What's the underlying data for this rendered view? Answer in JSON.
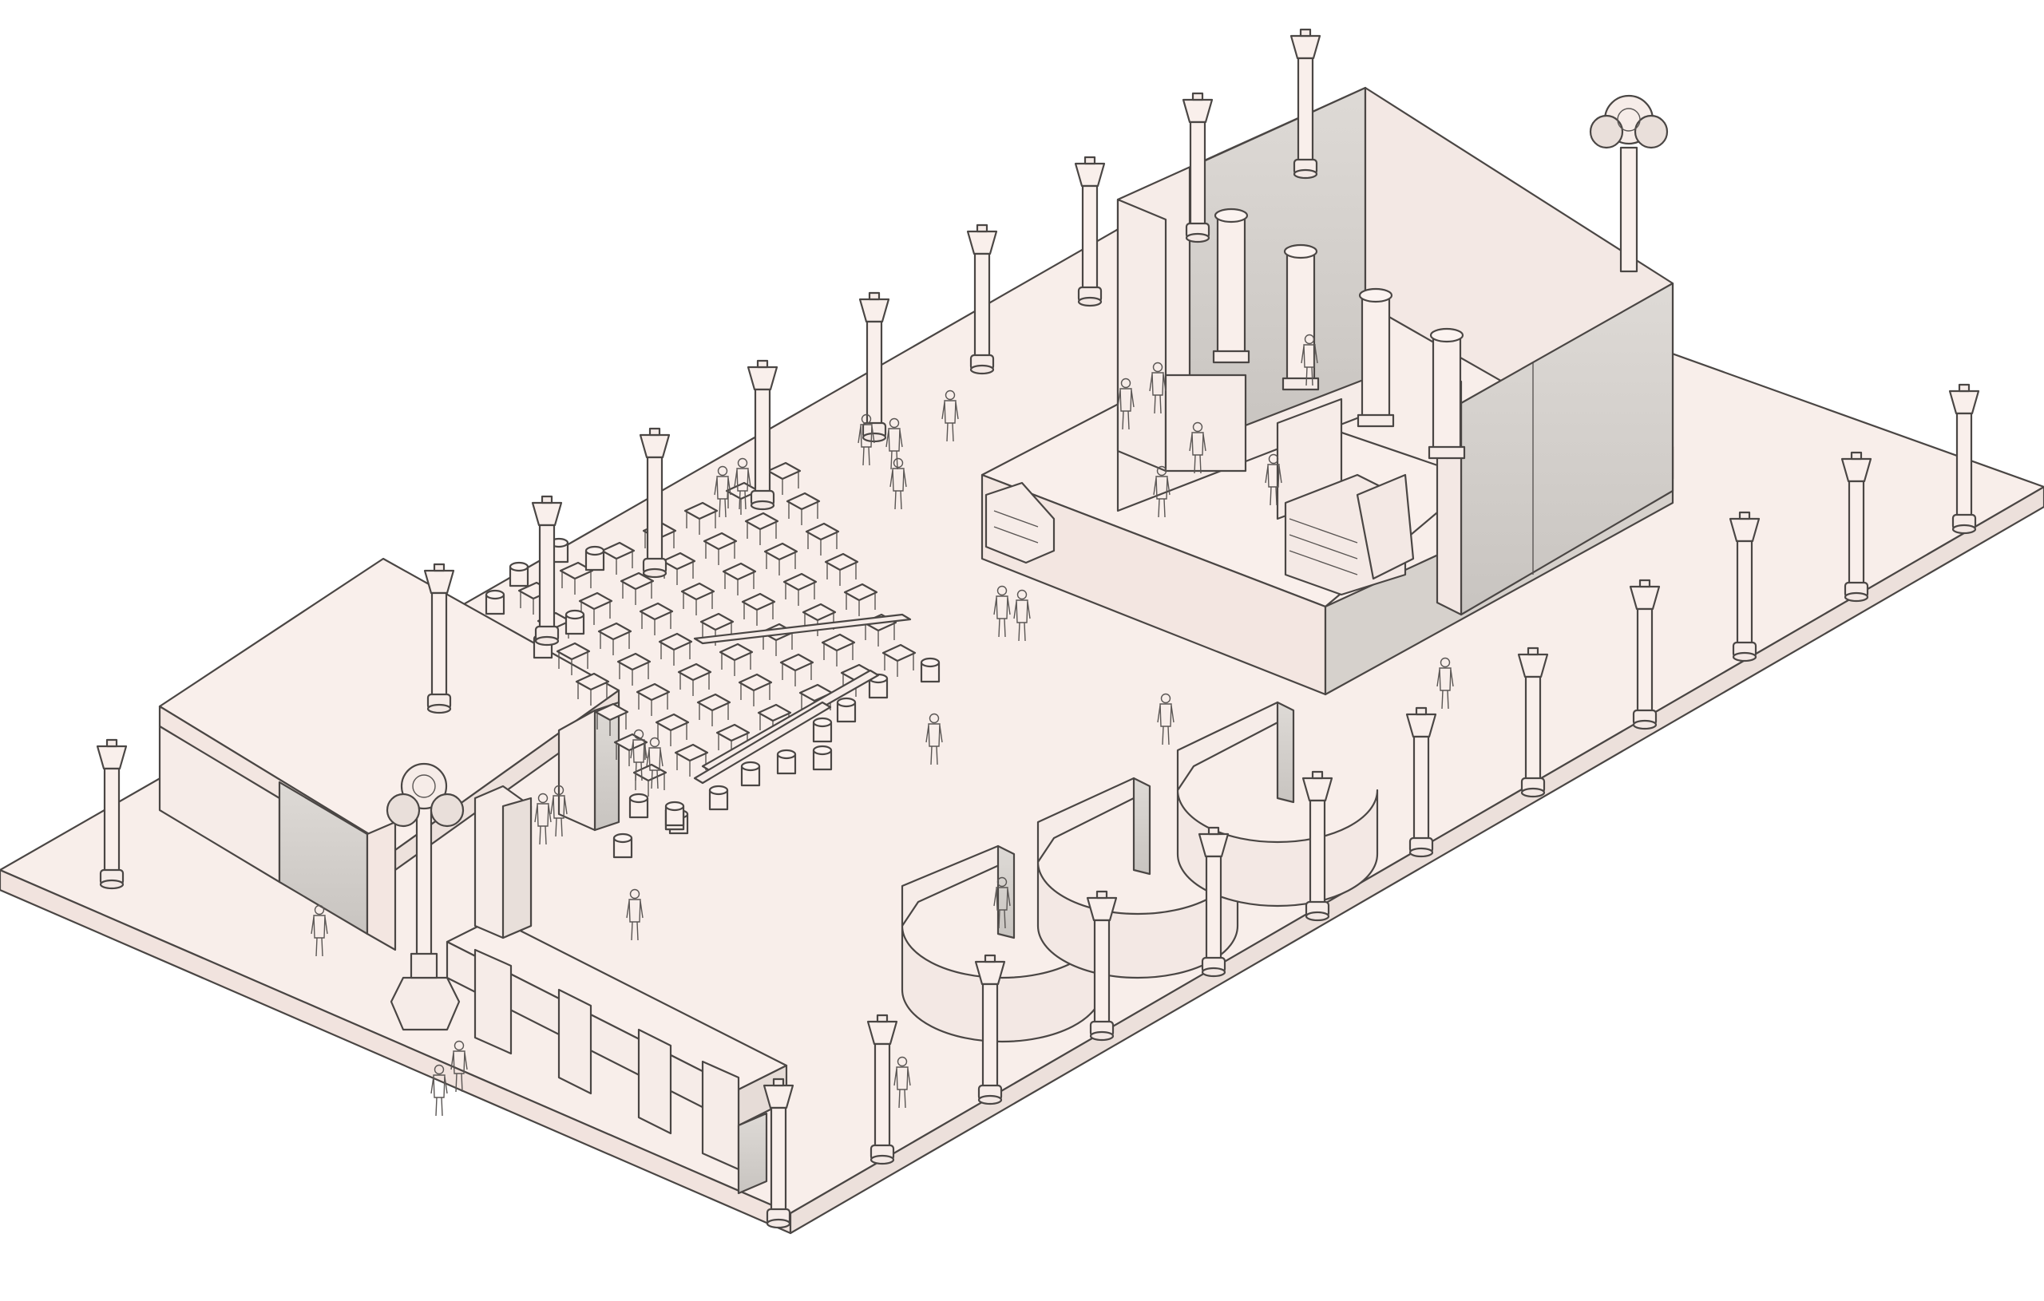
{
  "colors": {
    "ground": "#f8eeea",
    "ground_side": "#f1e3de",
    "wall_light": "#f9efeb",
    "wall_mid": "#efe3de",
    "wall_shade": "#d9d4cf",
    "wall_dark": "#c6c2be",
    "stroke": "#4a4644",
    "person": "#ffffff"
  },
  "elements": {
    "plaza": "paved-plaza-platform",
    "stage": "raised-stage-with-columns",
    "pavilion": "roofed-pavilion",
    "gate": "portal-gate",
    "arcs": "semicircular-walls",
    "seating": "table-and-stool-field",
    "lamps": "street-lamp-posts",
    "people": "pedestrians"
  }
}
